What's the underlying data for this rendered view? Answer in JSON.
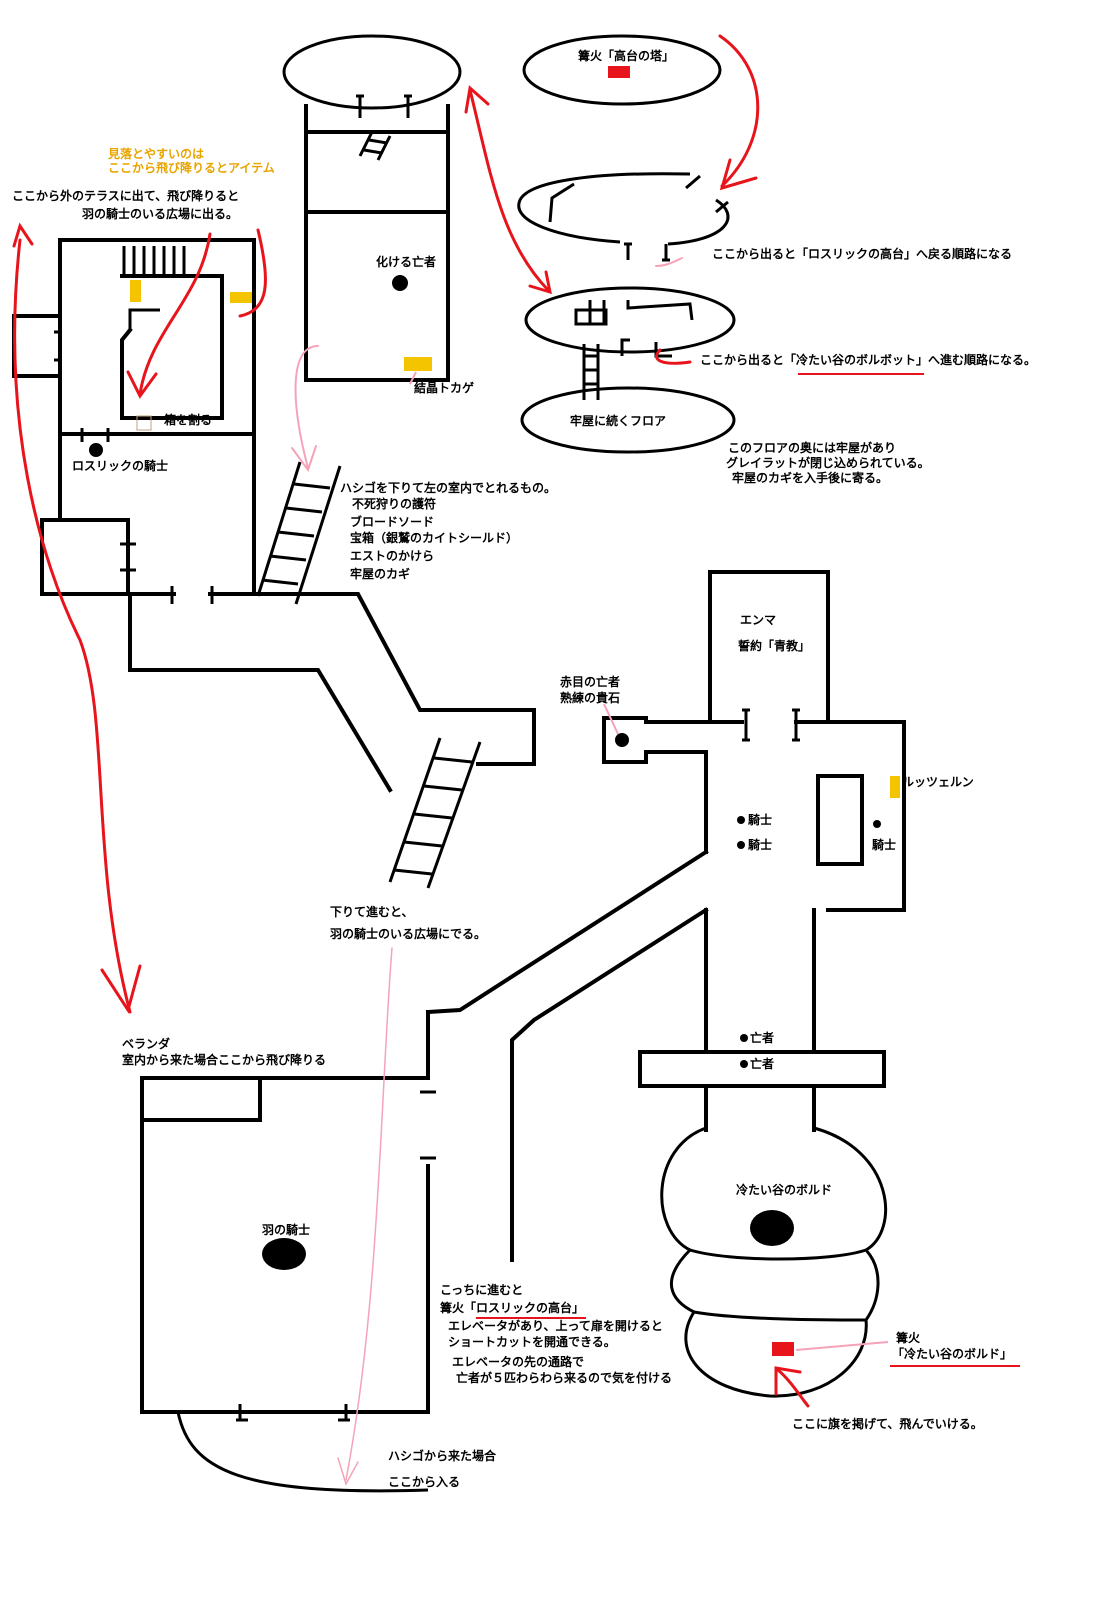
{
  "colors": {
    "route": "#e8141c",
    "pink": "#f5a3b8",
    "item": "#f5c400",
    "bonfire": "#e8141c",
    "note": "#e8a400"
  },
  "labels": {
    "bonfire_tower": "篝火「高台の塔」",
    "hint_orange": [
      "見落とやすいのは",
      "ここから飛び降りるとアイテム"
    ],
    "terrace": [
      "ここから外のテラスに出て、飛び降りると",
      "羽の騎士のいる広場に出る。"
    ],
    "hollow_morph": "化ける亡者",
    "crystal_lizard": "結晶トカゲ",
    "break_box": "箱を割る",
    "roslic_knight": "ロスリックの騎士",
    "exit_roslic": "ここから出ると「ロスリックの高台」へ戻る順路になる",
    "exit_cold_valley": "ここから出ると「冷たい谷のボルボット」へ進む順路になる。",
    "prison_floor": "牢屋に続くフロア",
    "prison_note": [
      "このフロアの奥には牢屋があり",
      "グレイラットが閉じ込められている。",
      "牢屋のカギを入手後に寄る。"
    ],
    "ladder_items": {
      "title": "ハシゴを下りて左の室内でとれるもの。",
      "items": [
        "不死狩りの護符",
        "ブロードソード",
        "宝箱（銀鷲のカイトシールド）",
        "エストのかけら",
        "牢屋のカギ"
      ]
    },
    "emma": "エンマ",
    "covenant": "誓約「青教」",
    "red_eye_hollow": [
      "赤目の亡者",
      "熟練の貴石"
    ],
    "lucerne": "ルッツェルン",
    "knight": "騎士",
    "descend_note": [
      "下りて進むと、",
      "羽の騎士のいる広場にでる。"
    ],
    "veranda": [
      "ベランダ",
      "室内から来た場合ここから飛び降りる"
    ],
    "hollow": "亡者",
    "cold_valley_boss": "冷たい谷のボルド",
    "winged_knight": "羽の騎士",
    "proceed_note": {
      "pre": [
        "こっちに進むと"
      ],
      "bonfire_line": "篝火「ロスリックの高台」",
      "rest": [
        "エレベータがあり、上って扉を開けると",
        "ショートカットを開通できる。",
        "エレベータの先の通路で",
        "亡者が５匹わらわら来るので気を付ける"
      ]
    },
    "bonfire_boss": [
      "篝火",
      "「冷たい谷のボルド」"
    ],
    "flag_note": "ここに旗を掲げて、飛んでいける。",
    "from_ladder": [
      "ハシゴから来た場合",
      "ここから入る"
    ]
  }
}
